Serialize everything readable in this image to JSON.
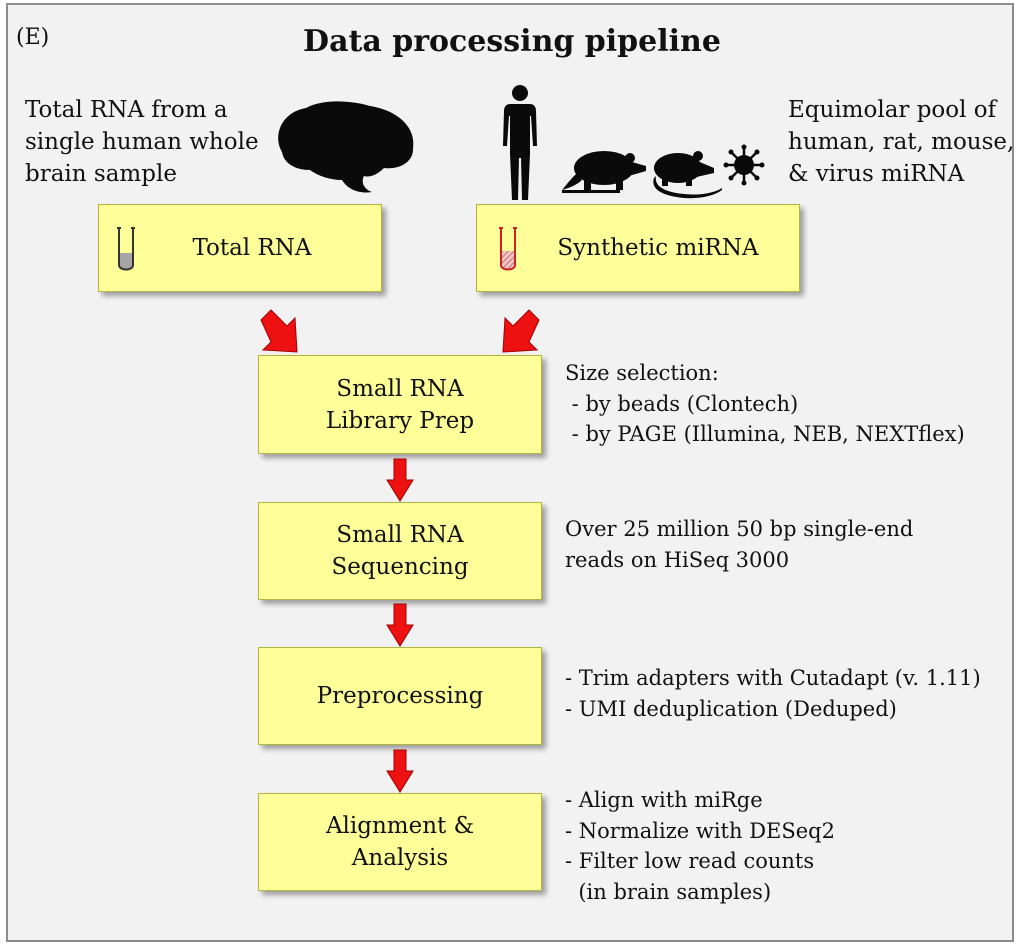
{
  "panel_label": "(E)",
  "title": "Data processing pipeline",
  "inputs": {
    "left_desc": "Total RNA from a\nsingle human whole\nbrain sample",
    "right_desc": "Equimolar pool of\nhuman, rat, mouse,\n& virus miRNA",
    "total_rna_box": "Total RNA",
    "synthetic_box": "Synthetic miRNA"
  },
  "steps": [
    {
      "label": "Small RNA\nLibrary Prep",
      "note": "Size selection:\n - by beads (Clontech)\n - by PAGE (Illumina, NEB, NEXTflex)"
    },
    {
      "label": "Small RNA\nSequencing",
      "note": "Over 25 million 50 bp single-end\nreads on HiSeq 3000"
    },
    {
      "label": "Preprocessing",
      "note": "- Trim adapters with Cutadapt (v. 1.11)\n- UMI deduplication (Deduped)"
    },
    {
      "label": "Alignment &\nAnalysis",
      "note": "- Align with miRge\n- Normalize with DESeq2\n- Filter low read counts\n  (in brain samples)"
    }
  ],
  "colors": {
    "box_fill": "#ffff99",
    "arrow": "#ee1111",
    "background": "#f2f2f2"
  },
  "icons": [
    "brain-icon",
    "human-silhouette-icon",
    "rat-icon",
    "mouse-icon",
    "virus-icon",
    "test-tube-icon"
  ]
}
